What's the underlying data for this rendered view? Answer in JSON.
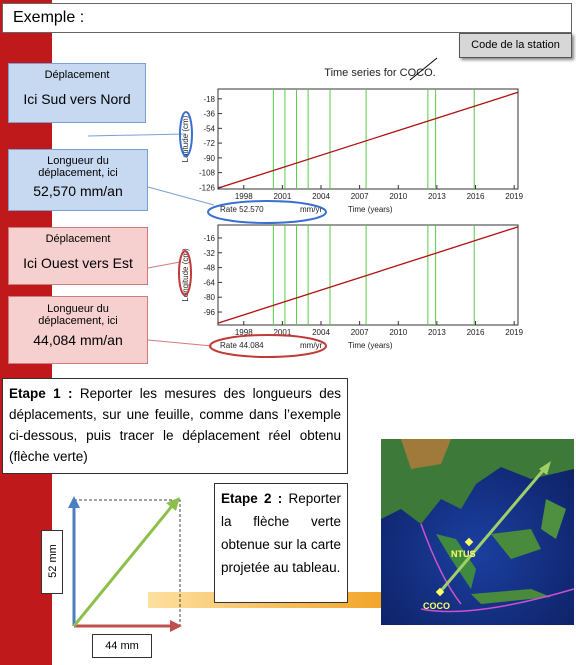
{
  "header": {
    "title": "Exemple :"
  },
  "callouts": {
    "station_code": "Code de la station",
    "depl_ns_title": "Déplacement",
    "depl_ns_value": "Ici Sud vers Nord",
    "longueur_ns_label1": "Longueur du",
    "longueur_ns_label2": "déplacement, ici",
    "longueur_ns_value": "52,570 mm/an",
    "depl_ew_title": "Déplacement",
    "depl_ew_value": "Ici Ouest vers Est",
    "longueur_ew_label1": "Longueur du",
    "longueur_ew_label2": "déplacement, ici",
    "longueur_ew_value": "44,084 mm/an"
  },
  "chart_title": "Time series for COCO.",
  "chart_data": [
    {
      "type": "line",
      "ylabel": "Latitude (cm)",
      "xlabel": "Time (years)",
      "rate_text": "Rate 52.570",
      "rate_unit": "mm/yr",
      "x": [
        1996,
        2019.3
      ],
      "y": [
        -127,
        -10
      ],
      "xlim": [
        1996,
        2019.3
      ],
      "ylim": [
        -128,
        -6
      ],
      "yticks": [
        -18,
        -36,
        -54,
        -72,
        -90,
        -108,
        -126
      ],
      "xticks": [
        1998,
        2001,
        2004,
        2007,
        2010,
        2013,
        2016,
        2019
      ],
      "events": [
        2000.3,
        2001.2,
        2002.1,
        2003.0,
        2004.7,
        2007.5,
        2012.3,
        2012.9,
        2015.9
      ]
    },
    {
      "type": "line",
      "ylabel": "Longitude (cm)",
      "xlabel": "Time (years)",
      "rate_text": "Rate 44.084",
      "rate_unit": "mm/yr",
      "x": [
        1996,
        2019.3
      ],
      "y": [
        -108,
        -4
      ],
      "xlim": [
        1996,
        2019.3
      ],
      "ylim": [
        -110,
        -2
      ],
      "yticks": [
        -16,
        -32,
        -48,
        -64,
        -80,
        -96
      ],
      "xticks": [
        1998,
        2001,
        2004,
        2007,
        2010,
        2013,
        2016,
        2019
      ],
      "events": [
        2000.3,
        2001.2,
        2002.1,
        2003.0,
        2004.7,
        2007.5,
        2012.3,
        2012.9,
        2015.9
      ]
    }
  ],
  "etape1": {
    "bold": "Etape 1 :",
    "text": " Reporter les mesures des longueurs des déplacements, sur une feuille, comme dans l’exemple ci-dessous, puis tracer le déplacement réel obtenu (flèche verte)"
  },
  "etape2": {
    "bold": "Etape 2 :",
    "text": " Reporter la flèche verte obtenue sur la carte projetée au tableau."
  },
  "vector": {
    "north_label": "52 mm",
    "east_label": "44 mm"
  },
  "map": {
    "label_ntus": "NTUS",
    "label_coco": "COCO"
  },
  "colors": {
    "red_bar": "#c0191b",
    "series": "#b01010",
    "event": "#55cc44",
    "arrow_green": "#8dc04a",
    "arrow_orange": "#f5a623"
  }
}
